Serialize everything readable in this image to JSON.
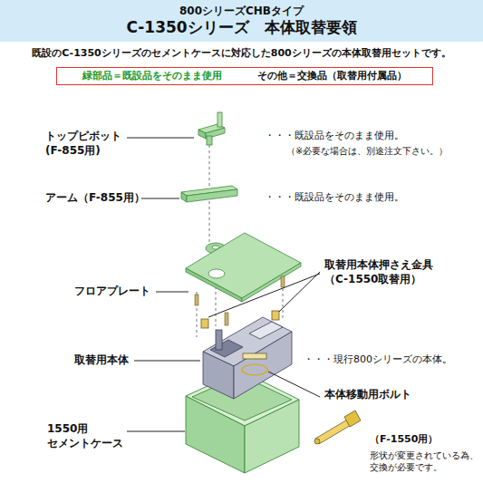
{
  "diagram": {
    "nodes": [
      {
        "text": [
          "800シリーズCHBタイプ",
          "C-1350シリーズ　本体取替要領"
        ]
      },
      {
        "text": [
          "緑部品＝既設品をそのまま使用",
          "その他＝交換品（取替用付属品）"
        ]
      }
    ],
    "labels": [
      "既設のC-1350シリーズのセメントケースに対応した800シリーズの本体取替用セットです。",
      "トップピボット (F-855用)",
      "・・・既設品をそのまま使用。",
      "（※必要な場合は、別途注文下さい。）",
      "アーム（F-855用）",
      "・・・既設品をそのまま使用。",
      "フロアプレート",
      "取替用本体押さえ金具 （C-1550取替用）",
      "取替用本体",
      "・・・現行800シリーズの本体。",
      "本体移動用ボルト",
      "（F-1550用）",
      "形状が変更されている為、交換が必要です。",
      "1550用 セメントケース"
    ]
  }
}
